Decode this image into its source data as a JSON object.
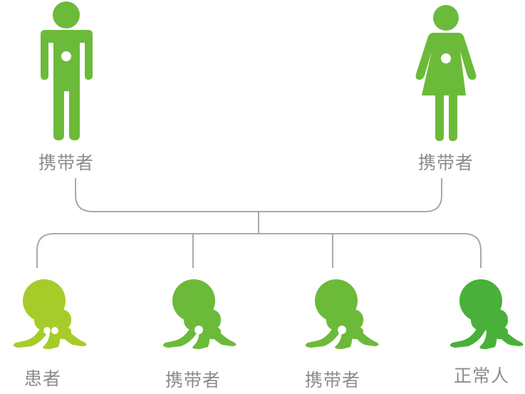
{
  "parents": [
    {
      "label": "携带者",
      "figure": "male-figure-icon"
    },
    {
      "label": "携带者",
      "figure": "female-figure-icon"
    }
  ],
  "children": [
    {
      "label": "患者",
      "figure": "crawling-baby-icon",
      "color": "#a6cc2a",
      "dots": 2
    },
    {
      "label": "携带者",
      "figure": "crawling-baby-icon",
      "color": "#6cba3a",
      "dots": 1
    },
    {
      "label": "携带者",
      "figure": "crawling-baby-icon",
      "color": "#6cba3a",
      "dots": 1
    },
    {
      "label": "正常人",
      "figure": "crawling-baby-icon",
      "color": "#49b03a",
      "dots": 0
    }
  ],
  "colors": {
    "parent": "#6cba3a",
    "connector": "#aaaaaa",
    "label": "#8c8c8c"
  }
}
